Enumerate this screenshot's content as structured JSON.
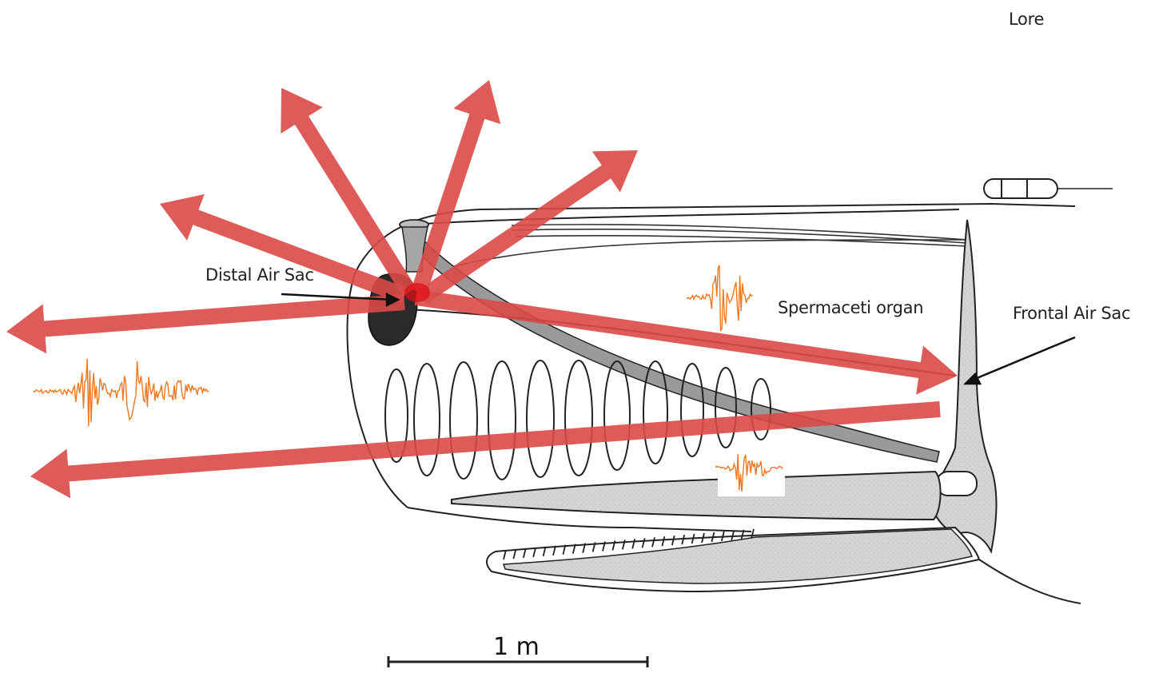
{
  "header": {
    "corner_label": "Lore"
  },
  "labels": {
    "distal_air_sac": "Distal Air Sac",
    "spermaceti_organ": "Spermaceti organ",
    "frontal_air_sac": "Frontal Air Sac"
  },
  "scale_bar": {
    "label": "1 m"
  },
  "colors": {
    "arrow": "#d94a47",
    "signal": "#f07820",
    "outline": "#222222",
    "bone_fill": "#d4d4d4",
    "air_sac_dark": "#2a2a2a"
  }
}
